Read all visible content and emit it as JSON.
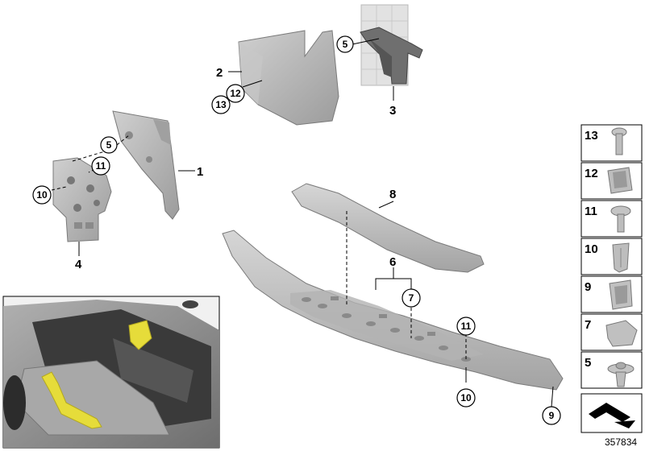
{
  "diagram": {
    "callouts": {
      "p1": "1",
      "p2": "2",
      "p3": "3",
      "p4": "4",
      "p5a": "5",
      "p5b": "5",
      "p6": "6",
      "p7": "7",
      "p8": "8",
      "p9": "9",
      "p10a": "10",
      "p10b": "10",
      "p11a": "11",
      "p11b": "11",
      "p12": "12",
      "p13": "13"
    },
    "legend": [
      "13",
      "12",
      "11",
      "10",
      "9",
      "7",
      "5"
    ],
    "reference_number": "357834",
    "colors": {
      "part_fill": "#b9b9b9",
      "part_dark": "#8f8f8f",
      "highlight": "#e6dc3a",
      "car_body": "#9a9a9a"
    }
  }
}
